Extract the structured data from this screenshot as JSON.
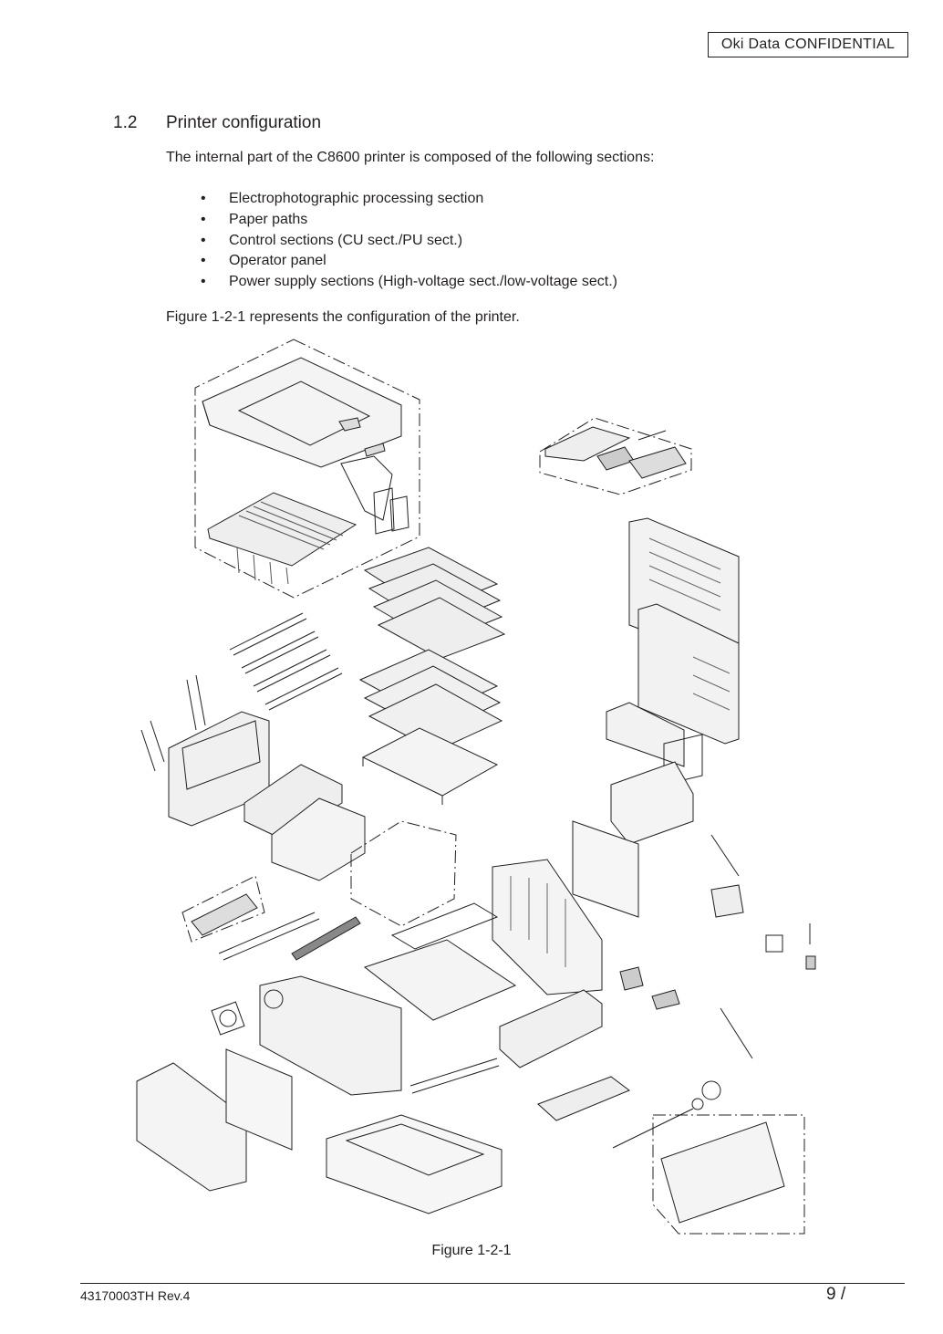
{
  "header": {
    "confidential": "Oki  Data  CONFIDENTIAL"
  },
  "section": {
    "number": "1.2",
    "title": "Printer configuration"
  },
  "intro": "The internal part of the C8600 printer is composed of the following sections:",
  "bullet_char": "•",
  "sections_list": [
    "Electrophotographic processing section",
    "Paper paths",
    "Control sections (CU sect./PU sect.)",
    "Operator panel",
    "Power supply sections (High-voltage sect./low-voltage sect.)"
  ],
  "figure_reference": "Figure 1-2-1 represents the configuration of the printer.",
  "figure": {
    "caption": "Figure 1-2-1",
    "kind": "exploded parts diagram"
  },
  "footer": {
    "doc_id": "43170003TH  Rev.4",
    "page": "9 /"
  }
}
